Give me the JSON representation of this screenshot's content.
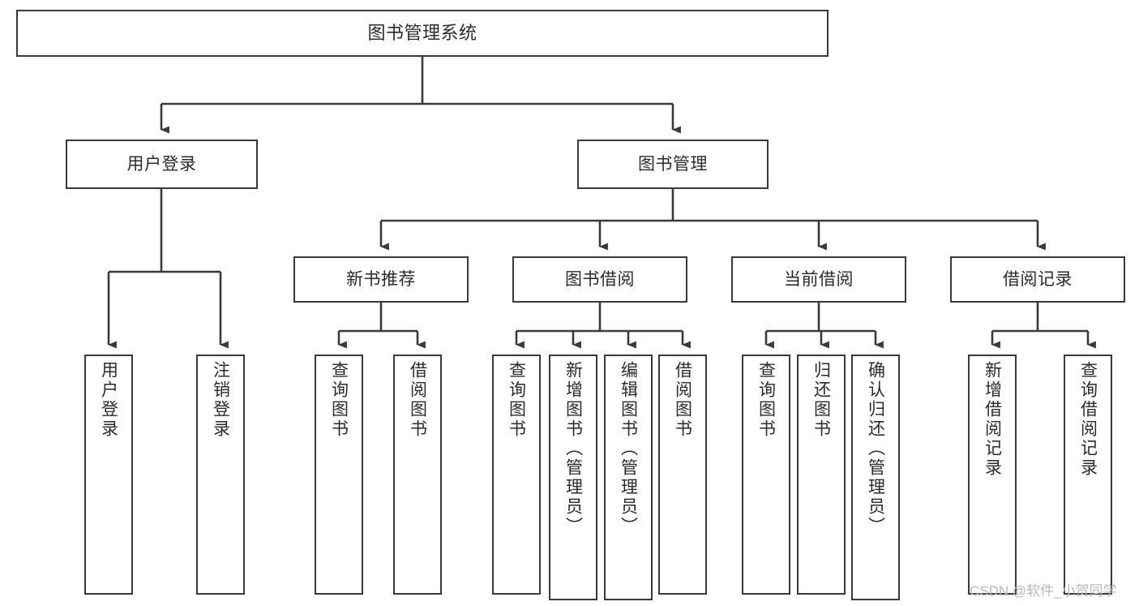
{
  "diagram": {
    "type": "tree-hierarchy",
    "title": "图书管理系统",
    "watermark": "CSDN @软件_小贺同学",
    "colors": {
      "box_border": "#3a3a3a",
      "box_fill": "#ffffff",
      "connector": "#3a3a3a",
      "text": "#2b2b2b",
      "watermark": "#b9b9b9",
      "background": "#ffffff"
    },
    "root": {
      "label": "图书管理系统"
    },
    "level1": [
      {
        "id": "user-login",
        "label": "用户登录"
      },
      {
        "id": "book-management",
        "label": "图书管理"
      }
    ],
    "level2": [
      {
        "id": "new-book-recommend",
        "label": "新书推荐",
        "parent": "book-management"
      },
      {
        "id": "book-borrow",
        "label": "图书借阅",
        "parent": "book-management"
      },
      {
        "id": "current-borrow",
        "label": "当前借阅",
        "parent": "book-management"
      },
      {
        "id": "borrow-record",
        "label": "借阅记录",
        "parent": "book-management"
      }
    ],
    "leaves": [
      {
        "id": "leaf-user-login",
        "label": "用户登录",
        "parent": "user-login"
      },
      {
        "id": "leaf-user-logout",
        "label": "注销登录",
        "parent": "user-login"
      },
      {
        "id": "leaf-query-book-1",
        "label": "查询图书",
        "parent": "new-book-recommend"
      },
      {
        "id": "leaf-borrow-book-1",
        "label": "借阅图书",
        "parent": "new-book-recommend"
      },
      {
        "id": "leaf-query-book-2",
        "label": "查询图书",
        "parent": "book-borrow"
      },
      {
        "id": "leaf-add-book",
        "label": "新增图书（管理员）",
        "parent": "book-borrow"
      },
      {
        "id": "leaf-edit-book",
        "label": "编辑图书（管理员）",
        "parent": "book-borrow"
      },
      {
        "id": "leaf-borrow-book-2",
        "label": "借阅图书",
        "parent": "book-borrow"
      },
      {
        "id": "leaf-query-book-3",
        "label": "查询图书",
        "parent": "current-borrow"
      },
      {
        "id": "leaf-return-book",
        "label": "归还图书",
        "parent": "current-borrow"
      },
      {
        "id": "leaf-confirm-return",
        "label": "确认归还（管理员）",
        "parent": "current-borrow"
      },
      {
        "id": "leaf-add-record",
        "label": "新增借阅记录",
        "parent": "borrow-record"
      },
      {
        "id": "leaf-query-record",
        "label": "查询借阅记录",
        "parent": "borrow-record"
      }
    ]
  }
}
